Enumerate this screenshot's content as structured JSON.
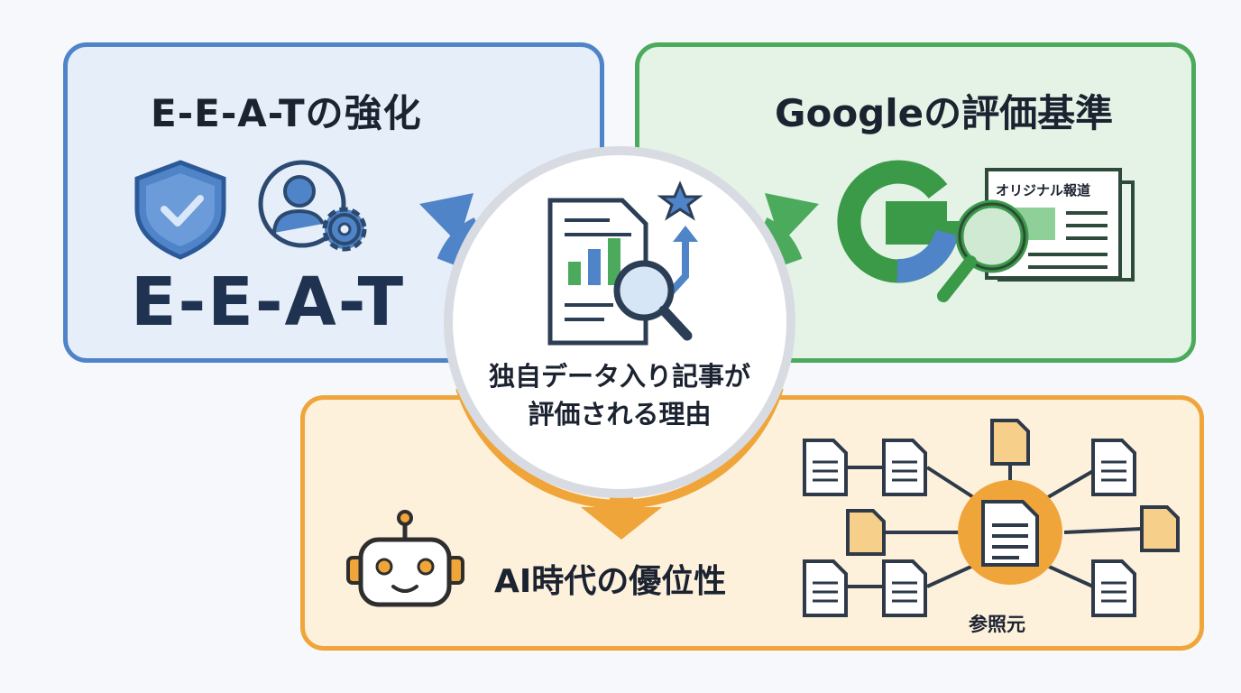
{
  "eeat_panel": {
    "title": "E-E-A-Tの強化",
    "big_text": "E-E-A-T"
  },
  "google_panel": {
    "title": "Googleの評価基準",
    "news_label": "オリジナル報道"
  },
  "ai_panel": {
    "title": "AI時代の優位性",
    "source_label": "参照元"
  },
  "center": {
    "line1": "独自データ入り記事が",
    "line2": "評価される理由"
  },
  "colors": {
    "blue": "#4f84c9",
    "green": "#4caa5c",
    "orange": "#efa53a",
    "dark": "#1f3350"
  }
}
